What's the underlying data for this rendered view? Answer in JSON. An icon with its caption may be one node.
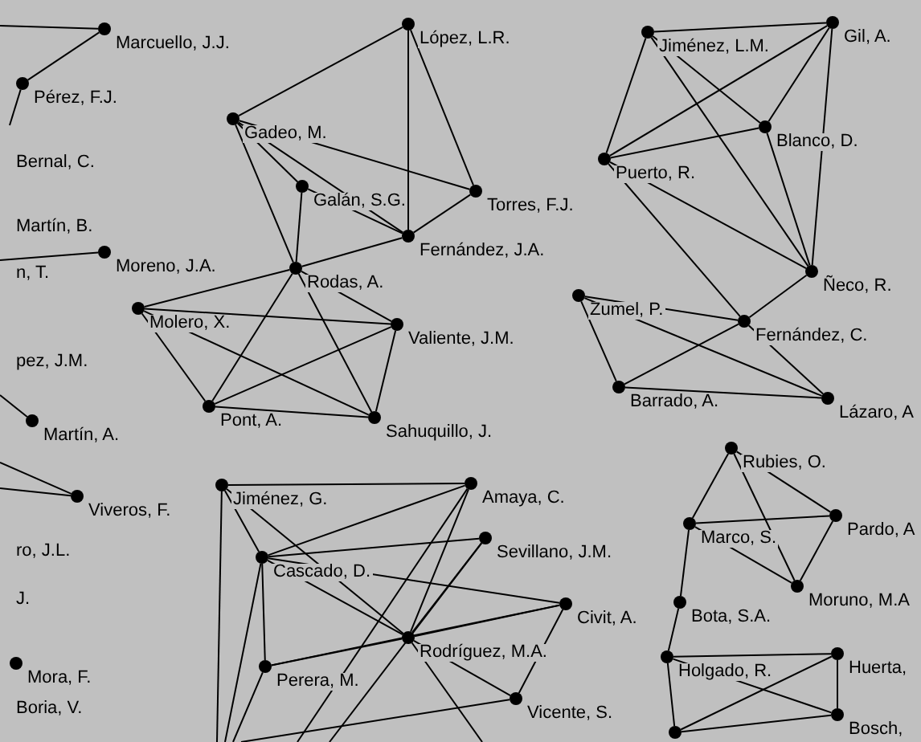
{
  "diagram": {
    "nodes": [
      {
        "text": [],
        "shape": "circle",
        "beside": [
          "Marcuello, J.J."
        ]
      },
      {
        "text": [],
        "shape": "circle",
        "beside": [
          "Pérez, F.J."
        ]
      },
      {
        "text": [],
        "shape": "circle",
        "beside": [
          "López, L.R."
        ]
      },
      {
        "text": [],
        "shape": "circle",
        "beside": [
          "Jiménez, L.M."
        ]
      },
      {
        "text": [],
        "shape": "circle",
        "beside": [
          "Gil, A."
        ]
      },
      {
        "text": [],
        "shape": "circle",
        "beside": [
          "Gadeo, M."
        ]
      },
      {
        "text": [],
        "shape": "circle",
        "beside": [
          "Blanco, D."
        ]
      },
      {
        "text": [],
        "shape": "circle",
        "beside": [
          "Puerto, R."
        ]
      },
      {
        "text": [],
        "shape": "circle",
        "beside": [
          "Galán, S.G."
        ]
      },
      {
        "text": [],
        "shape": "circle",
        "beside": [
          "Torres, F.J."
        ]
      },
      {
        "text": [],
        "shape": "circle",
        "beside": [
          "Fernández, J.A."
        ]
      },
      {
        "text": [],
        "shape": "circle",
        "beside": [
          "Moreno, J.A."
        ]
      },
      {
        "text": [],
        "shape": "circle",
        "beside": [
          "Rodas, A."
        ]
      },
      {
        "text": [],
        "shape": "circle",
        "beside": [
          "Ñeco, R."
        ]
      },
      {
        "text": [],
        "shape": "circle",
        "beside": [
          "Zumel, P."
        ]
      },
      {
        "text": [],
        "shape": "circle",
        "beside": [
          "Molero, X."
        ]
      },
      {
        "text": [],
        "shape": "circle",
        "beside": [
          "Fernández, C."
        ]
      },
      {
        "text": [],
        "shape": "circle",
        "beside": [
          "Valiente, J.M."
        ]
      },
      {
        "text": [],
        "shape": "circle",
        "beside": [
          "Barrado, A."
        ]
      },
      {
        "text": [],
        "shape": "circle",
        "beside": [
          "Lázaro, A"
        ]
      },
      {
        "text": [],
        "shape": "circle",
        "beside": [
          "Pont, A."
        ]
      },
      {
        "text": [],
        "shape": "circle",
        "beside": [
          "Sahuquillo, J."
        ]
      },
      {
        "text": [],
        "shape": "circle",
        "beside": [
          "Martín, A."
        ]
      },
      {
        "text": [],
        "shape": "circle",
        "beside": [
          "Rubies, O."
        ]
      },
      {
        "text": [],
        "shape": "circle",
        "beside": [
          "Jiménez, G."
        ]
      },
      {
        "text": [],
        "shape": "circle",
        "beside": [
          "Amaya, C."
        ]
      },
      {
        "text": [],
        "shape": "circle",
        "beside": [
          "Viveros, F."
        ]
      },
      {
        "text": [],
        "shape": "circle",
        "beside": [
          "Pardo, A"
        ]
      },
      {
        "text": [],
        "shape": "circle",
        "beside": [
          "Marco, S."
        ]
      },
      {
        "text": [],
        "shape": "circle",
        "beside": [
          "Sevillano, J.M."
        ]
      },
      {
        "text": [],
        "shape": "circle",
        "beside": [
          "Cascado, D."
        ]
      },
      {
        "text": [],
        "shape": "circle",
        "beside": [
          "Moruno, M.A"
        ]
      },
      {
        "text": [],
        "shape": "circle",
        "beside": [
          "Bota, S.A."
        ]
      },
      {
        "text": [],
        "shape": "circle",
        "beside": [
          "Civit, A."
        ]
      },
      {
        "text": [],
        "shape": "circle",
        "beside": [
          "Rodríguez, M.A."
        ]
      },
      {
        "text": [],
        "shape": "circle",
        "beside": [
          "Huerta,"
        ]
      },
      {
        "text": [],
        "shape": "circle",
        "beside": [
          "Holgado, R."
        ]
      },
      {
        "text": [],
        "shape": "circle",
        "beside": [
          "Mora, F."
        ]
      },
      {
        "text": [],
        "shape": "circle",
        "beside": [
          "Perera, M."
        ]
      },
      {
        "text": [],
        "shape": "circle",
        "beside": [
          "Vicente, S."
        ]
      },
      {
        "text": [],
        "shape": "circle",
        "beside": [
          "Bosch,"
        ]
      },
      {
        "text": [],
        "shape": "circle"
      }
    ],
    "edges": [
      {
        "from": null,
        "to": 0,
        "arrow": "none"
      },
      {
        "from": 0,
        "to": 1,
        "arrow": "none"
      },
      {
        "from": 1,
        "to": null,
        "arrow": "none"
      },
      {
        "from": 2,
        "to": 5,
        "arrow": "none"
      },
      {
        "from": 2,
        "to": 10,
        "arrow": "none"
      },
      {
        "from": 2,
        "to": 9,
        "arrow": "none"
      },
      {
        "from": 5,
        "to": 9,
        "arrow": "none"
      },
      {
        "from": 5,
        "to": 8,
        "arrow": "none"
      },
      {
        "from": 5,
        "to": 10,
        "arrow": "none"
      },
      {
        "from": 8,
        "to": 10,
        "arrow": "none"
      },
      {
        "from": 5,
        "to": 12,
        "arrow": "none"
      },
      {
        "from": 8,
        "to": 12,
        "arrow": "none"
      },
      {
        "from": 9,
        "to": 10,
        "arrow": "none"
      },
      {
        "from": 10,
        "to": 12,
        "arrow": "none"
      },
      {
        "from": null,
        "to": 11,
        "arrow": "none"
      },
      {
        "from": 12,
        "to": 15,
        "arrow": "none"
      },
      {
        "from": 12,
        "to": 20,
        "arrow": "none"
      },
      {
        "from": 12,
        "to": 21,
        "arrow": "none"
      },
      {
        "from": 12,
        "to": 17,
        "arrow": "none"
      },
      {
        "from": 15,
        "to": 17,
        "arrow": "none"
      },
      {
        "from": 15,
        "to": 20,
        "arrow": "none"
      },
      {
        "from": 15,
        "to": 21,
        "arrow": "none"
      },
      {
        "from": 17,
        "to": 20,
        "arrow": "none"
      },
      {
        "from": 17,
        "to": 21,
        "arrow": "none"
      },
      {
        "from": 20,
        "to": 21,
        "arrow": "none"
      },
      {
        "from": null,
        "to": 22,
        "arrow": "none"
      },
      {
        "from": 3,
        "to": 4,
        "arrow": "none"
      },
      {
        "from": 3,
        "to": 7,
        "arrow": "none"
      },
      {
        "from": 3,
        "to": 6,
        "arrow": "none"
      },
      {
        "from": 3,
        "to": 13,
        "arrow": "none"
      },
      {
        "from": 4,
        "to": 7,
        "arrow": "none"
      },
      {
        "from": 4,
        "to": 6,
        "arrow": "none"
      },
      {
        "from": 4,
        "to": 13,
        "arrow": "none"
      },
      {
        "from": 6,
        "to": 7,
        "arrow": "none"
      },
      {
        "from": 6,
        "to": 13,
        "arrow": "none"
      },
      {
        "from": 7,
        "to": 13,
        "arrow": "none"
      },
      {
        "from": 7,
        "to": 16,
        "arrow": "none"
      },
      {
        "from": 13,
        "to": 16,
        "arrow": "none"
      },
      {
        "from": 14,
        "to": 16,
        "arrow": "none"
      },
      {
        "from": 14,
        "to": 18,
        "arrow": "none"
      },
      {
        "from": 14,
        "to": 19,
        "arrow": "none"
      },
      {
        "from": 16,
        "to": 18,
        "arrow": "none"
      },
      {
        "from": 16,
        "to": 19,
        "arrow": "none"
      },
      {
        "from": 18,
        "to": 19,
        "arrow": "none"
      },
      {
        "from": 23,
        "to": 28,
        "arrow": "none"
      },
      {
        "from": 23,
        "to": 27,
        "arrow": "none"
      },
      {
        "from": 23,
        "to": 31,
        "arrow": "none"
      },
      {
        "from": 28,
        "to": 27,
        "arrow": "none"
      },
      {
        "from": 28,
        "to": 31,
        "arrow": "none"
      },
      {
        "from": 27,
        "to": 31,
        "arrow": "none"
      },
      {
        "from": 28,
        "to": 32,
        "arrow": "none"
      },
      {
        "from": 32,
        "to": 36,
        "arrow": "none"
      },
      {
        "from": 36,
        "to": 35,
        "arrow": "none"
      },
      {
        "from": 36,
        "to": 40,
        "arrow": "none"
      },
      {
        "from": 36,
        "to": 41,
        "arrow": "none"
      },
      {
        "from": 35,
        "to": 40,
        "arrow": "none"
      },
      {
        "from": 35,
        "to": 41,
        "arrow": "none"
      },
      {
        "from": 40,
        "to": 41,
        "arrow": "none"
      },
      {
        "from": null,
        "to": 26,
        "arrow": "none"
      },
      {
        "from": null,
        "to": 26,
        "arrow": "none"
      },
      {
        "from": 24,
        "to": 25,
        "arrow": "none"
      },
      {
        "from": 24,
        "to": 30,
        "arrow": "none"
      },
      {
        "from": 24,
        "to": 34,
        "arrow": "none"
      },
      {
        "from": 24,
        "to": null,
        "arrow": "none"
      },
      {
        "from": 30,
        "to": 25,
        "arrow": "none"
      },
      {
        "from": 30,
        "to": 29,
        "arrow": "none"
      },
      {
        "from": 30,
        "to": 33,
        "arrow": "none"
      },
      {
        "from": 30,
        "to": 34,
        "arrow": "none"
      },
      {
        "from": 30,
        "to": 38,
        "arrow": "none"
      },
      {
        "from": 30,
        "to": null,
        "arrow": "none"
      },
      {
        "from": 25,
        "to": 34,
        "arrow": "none"
      },
      {
        "from": 25,
        "to": null,
        "arrow": "none"
      },
      {
        "from": 29,
        "to": 34,
        "arrow": "none"
      },
      {
        "from": 29,
        "to": null,
        "arrow": "none"
      },
      {
        "from": 33,
        "to": 34,
        "arrow": "none"
      },
      {
        "from": 33,
        "to": 38,
        "arrow": "none"
      },
      {
        "from": 33,
        "to": 39,
        "arrow": "none"
      },
      {
        "from": 38,
        "to": 34,
        "arrow": "none"
      },
      {
        "from": 34,
        "to": 39,
        "arrow": "none"
      },
      {
        "from": 39,
        "to": null,
        "arrow": "none"
      },
      {
        "from": 34,
        "to": null,
        "arrow": "none"
      },
      {
        "from": 38,
        "to": null,
        "arrow": "none"
      }
    ],
    "labels": [
      "Bernal, C.",
      "Martín, B.",
      "n, T.",
      "pez, J.M.",
      "ro, J.L.",
      "J.",
      "Boria, V."
    ]
  }
}
